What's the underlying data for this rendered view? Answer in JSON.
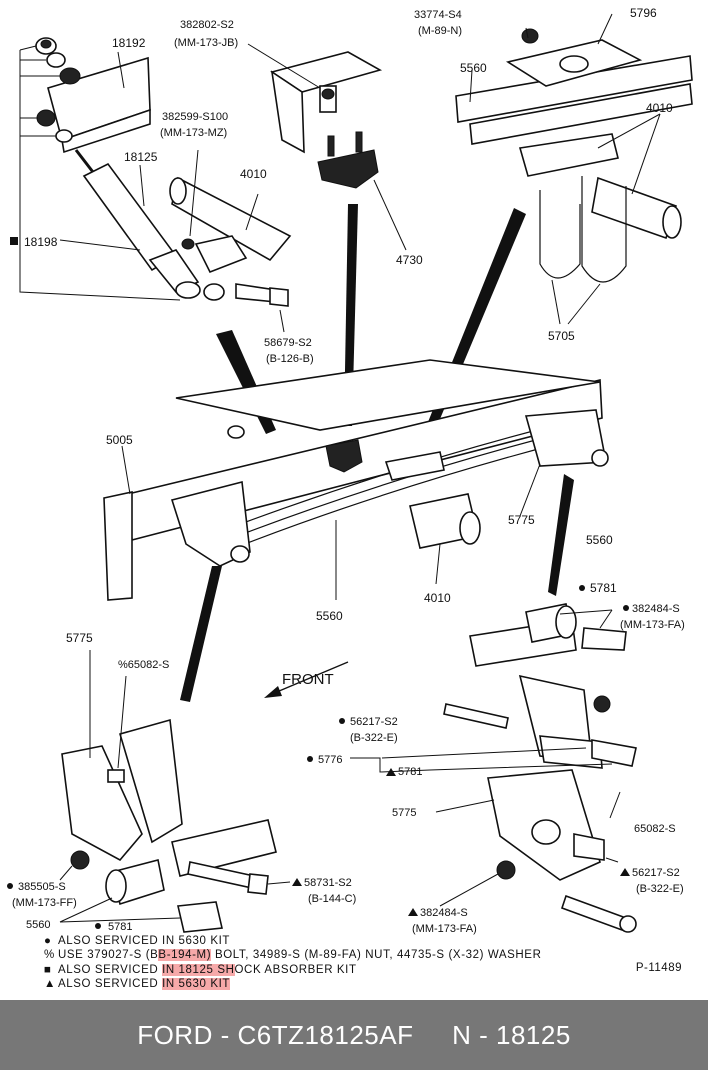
{
  "callouts": {
    "c18192": "18192",
    "c382802": "382802-S2",
    "c382802_spec": "(MM-173-JB)",
    "c33774": "33774-S4",
    "c33774_spec": "(M-89-N)",
    "c5796": "5796",
    "c5560_top": "5560",
    "c382599": "382599-S100",
    "c382599_spec": "(MM-173-MZ)",
    "c4010_top_right": "4010",
    "c18125": "18125",
    "c4010_top": "4010",
    "c18198": "18198",
    "c4730": "4730",
    "c5705": "5705",
    "c58679": "58679-S2",
    "c58679_spec": "(B-126-B)",
    "c5005": "5005",
    "c5775_mid": "5775",
    "c5560_mid": "5560",
    "c4010_mid": "4010",
    "c5560_right": "5560",
    "c5781_right": "5781",
    "c382484_top": "382484-S",
    "c382484_top_spec": "(MM-173-FA)",
    "c5775_left": "5775",
    "c65082_left": "%65082-S",
    "c_front": "FRONT",
    "c56217_top": "56217-S2",
    "c56217_top_spec": "(B-322-E)",
    "c5776": "5776",
    "c5781_mid": "5781",
    "c5775_right": "5775",
    "c65082_right": "65082-S",
    "c385505": "385505-S",
    "c385505_spec": "(MM-173-FF)",
    "c58731": "58731-S2",
    "c58731_spec": "(B-144-C)",
    "c56217_bot": "56217-S2",
    "c56217_bot_spec": "(B-322-E)",
    "c382484_bot": "382484-S",
    "c382484_bot_spec": "(MM-173-FA)",
    "c5560_bot": "5560",
    "c5781_bot": "5781"
  },
  "legend": {
    "l1_sym": "●",
    "l1_text": "ALSO SERVICED IN 5630 KIT",
    "l2_sym": "%",
    "l2_pre": "USE 379027-S (B",
    "l2_hl": "B-194-M)",
    "l2_post": " BOLT, 34989-S (M-89-FA) NUT, 44735-S (X-32) WASHER",
    "l3_sym": "■",
    "l3_pre": "ALSO SERVICED ",
    "l3_hl": "IN 18125 SH",
    "l3_post": "OCK ABSORBER KIT",
    "l4_sym": "▲",
    "l4_pre": "ALSO SERVICED ",
    "l4_hl": "IN 5630 KIT",
    "figure_id": "P-11489"
  },
  "footer": {
    "brand": "FORD - C6TZ18125AF",
    "part": "N - 18125"
  }
}
